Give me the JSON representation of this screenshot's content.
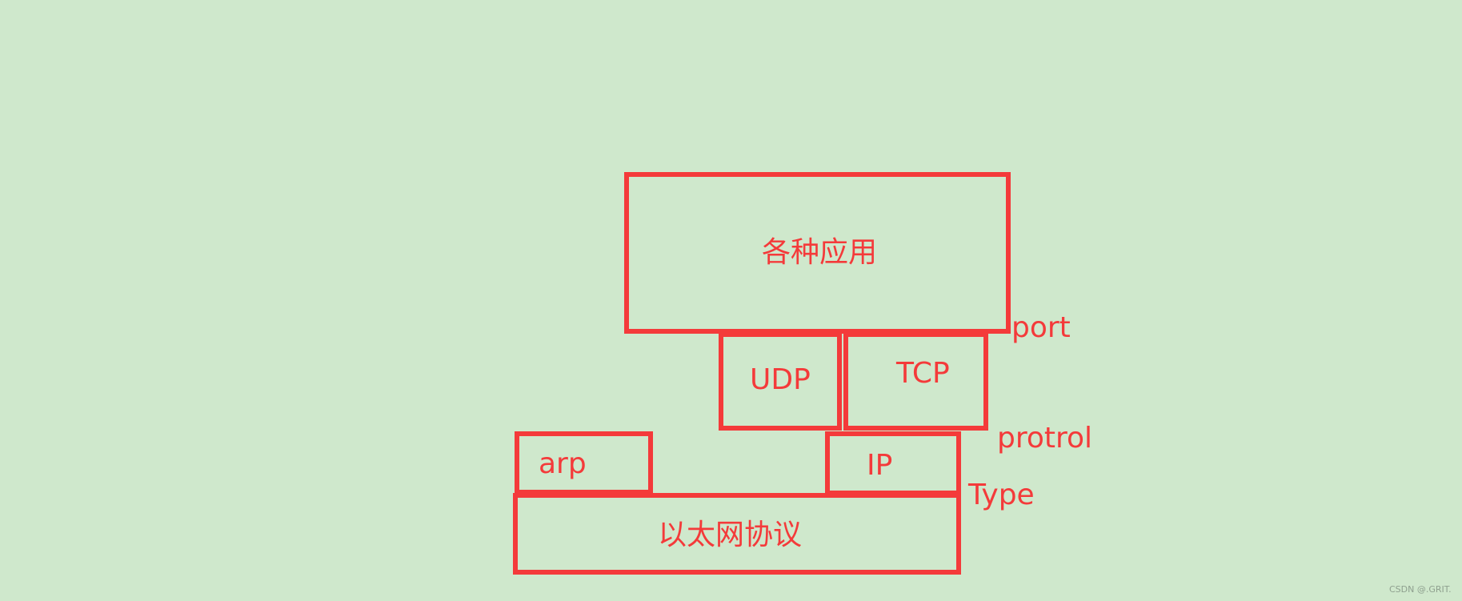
{
  "diagram": {
    "layers": {
      "application": "各种应用",
      "udp": "UDP",
      "tcp": "TCP",
      "arp": "arp",
      "ip": "IP",
      "ethernet": "以太网协议"
    },
    "interfaces": {
      "port": "port",
      "protocol": "protrol",
      "type": "Type"
    }
  },
  "watermark": "CSDN @.GRIT.",
  "colors": {
    "background": "#cfe8cc",
    "line": "#f43a3a"
  }
}
